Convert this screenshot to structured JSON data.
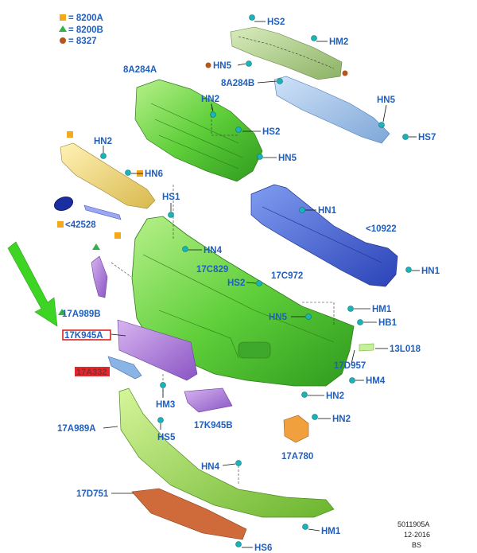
{
  "legend": [
    {
      "shape": "square",
      "color": "#f5a81c",
      "text": "= 8200A"
    },
    {
      "shape": "triangle",
      "color": "#2fb34a",
      "text": "= 8200B"
    },
    {
      "shape": "circle",
      "color": "#b4561e",
      "text": "= 8327"
    }
  ],
  "labels": {
    "hs2_top": "HS2",
    "hm2_top": "HM2",
    "hn5_top": "HN5",
    "a8_284b": "8A284B",
    "hn5_right": "HN5",
    "hs7": "HS7",
    "a8_284a": "8A284A",
    "hn2_grille": "HN2",
    "hs2_mid": "HS2",
    "hn5_mid": "HN5",
    "hn2_left": "HN2",
    "hn6": "HN6",
    "p42528": "<42528",
    "hs1": "HS1",
    "hn1_top": "HN1",
    "p10922": "<10922",
    "hn1_right": "HN1",
    "hn4_top": "HN4",
    "c829": "17C829",
    "hs2_low": "HS2",
    "c972": "17C972",
    "hm1_mid": "HM1",
    "hn5_low": "HN5",
    "hb1": "HB1",
    "a989b": "17A989B",
    "k945a": "17K945A",
    "l018": "13L018",
    "d957": "17D957",
    "hm4": "HM4",
    "a332": "17A332",
    "hm3": "HM3",
    "hn2_low": "HN2",
    "hn2_lamp": "HN2",
    "a989a": "17A989A",
    "hs5": "HS5",
    "k945b": "17K945B",
    "a780": "17A780",
    "hn4_low": "HN4",
    "d751": "17D751",
    "hm1_low": "HM1",
    "hs6": "HS6"
  },
  "footer": [
    "5011905A",
    "12-2016",
    "BS"
  ],
  "colors": {
    "label": "#1f5fbf",
    "green_bumper": "#6bd44a",
    "blue_beam": "#3a5fd6",
    "clip": "#19b3b8",
    "arrow": "#3ed424",
    "highlight": "#e0201b"
  }
}
